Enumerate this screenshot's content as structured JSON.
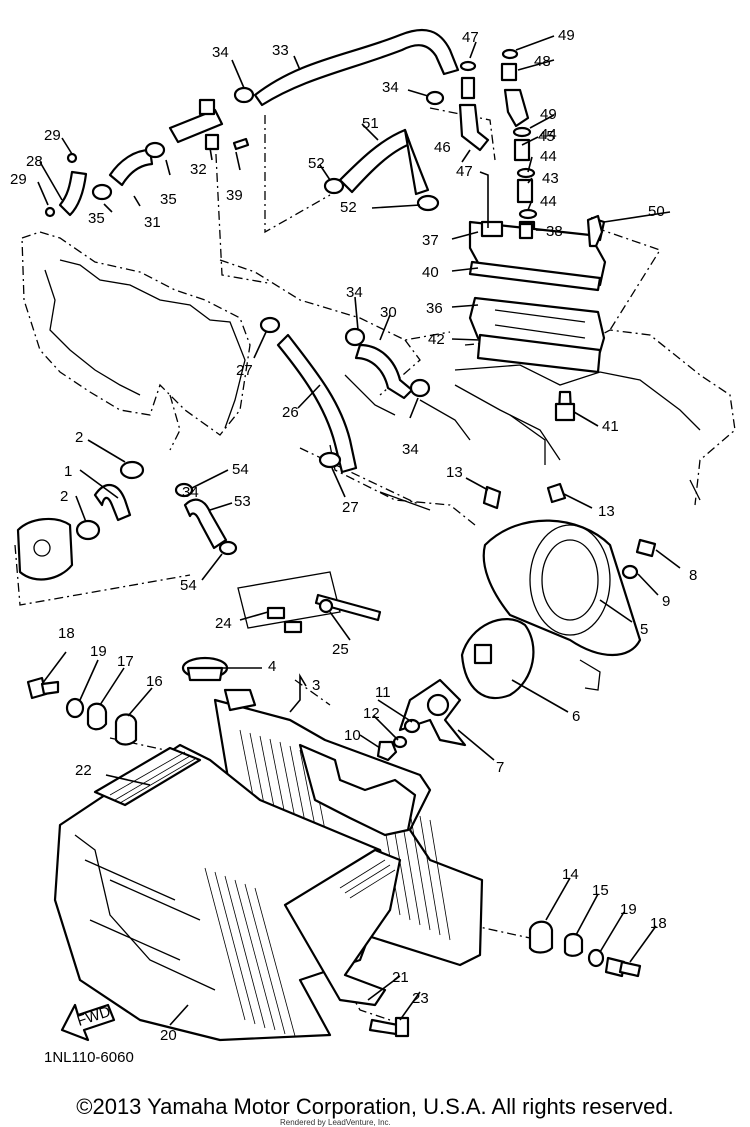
{
  "diagram": {
    "drawing_code": "1NL110-6060",
    "fwd_label": "FWD",
    "part_numbers": [
      "1",
      "2",
      "2",
      "3",
      "4",
      "5",
      "6",
      "7",
      "8",
      "9",
      "10",
      "11",
      "12",
      "13",
      "13",
      "14",
      "15",
      "16",
      "17",
      "18",
      "18",
      "19",
      "19",
      "20",
      "21",
      "22",
      "23",
      "24",
      "25",
      "26",
      "27",
      "27",
      "28",
      "29",
      "29",
      "30",
      "31",
      "32",
      "33",
      "34",
      "34",
      "34",
      "34",
      "34",
      "35",
      "35",
      "36",
      "37",
      "38",
      "39",
      "40",
      "41",
      "42",
      "43",
      "44",
      "44",
      "44",
      "45",
      "46",
      "47",
      "47",
      "48",
      "49",
      "49",
      "50",
      "51",
      "52",
      "52",
      "53",
      "54",
      "54"
    ]
  },
  "footer": {
    "copyright": "©2013 Yamaha Motor Corporation, U.S.A. All rights reserved.",
    "rendered_by": "Rendered by LeadVenture, Inc."
  }
}
